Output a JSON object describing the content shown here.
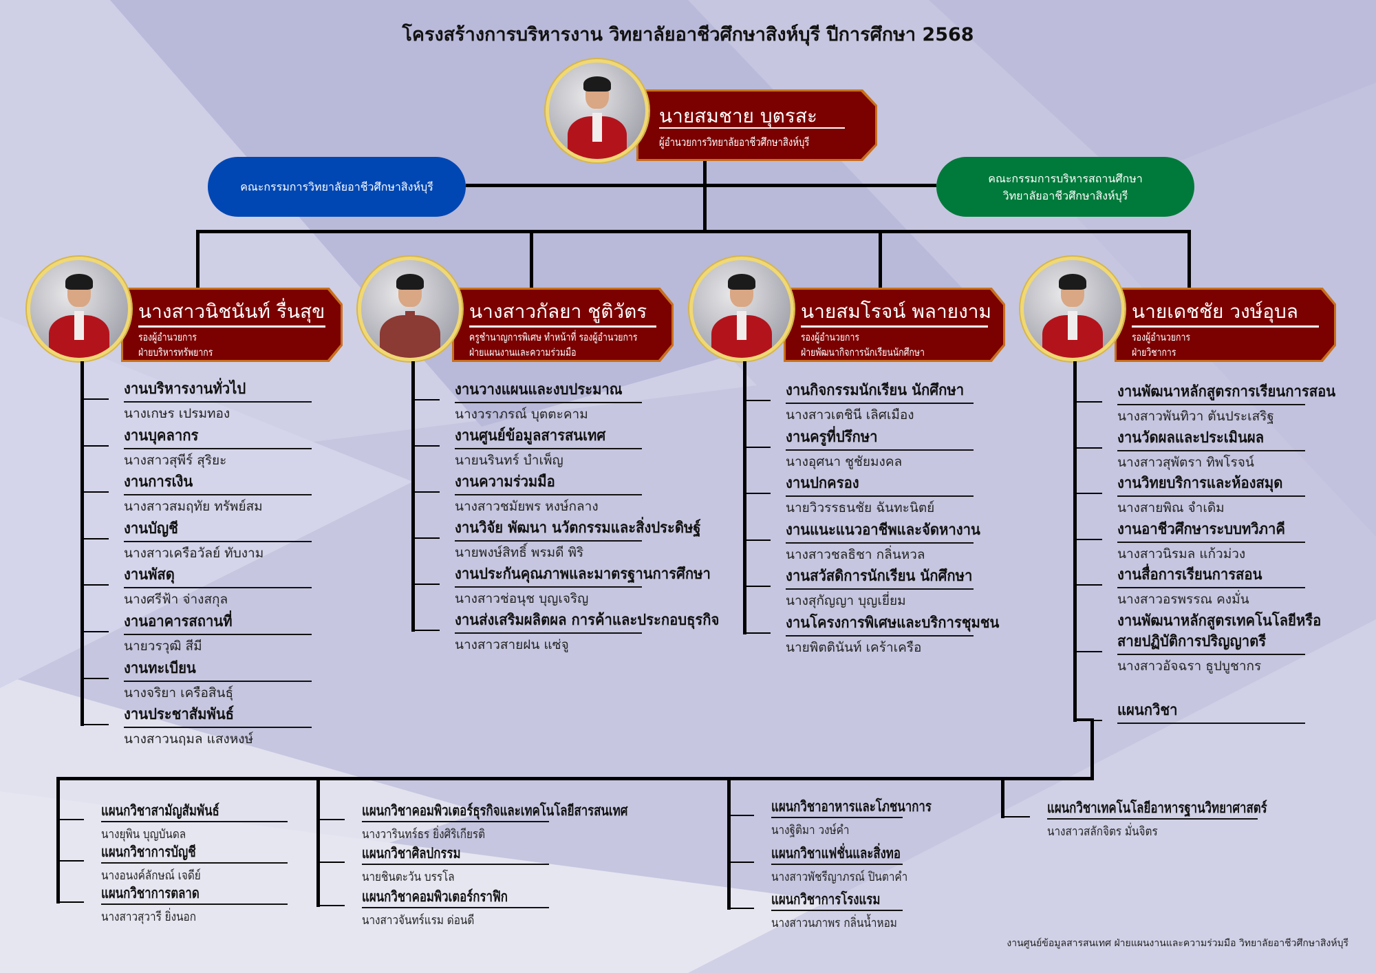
{
  "title": "โครงสร้างการบริหารงาน วิทยาลัยอาชีวศึกษาสิงห์บุรี ปีการศึกษา 2568",
  "director": {
    "name": "นายสมชาย บุตรสะ",
    "position": "ผู้อำนวยการวิทยาลัยอาชีวศึกษาสิงห์บุรี"
  },
  "committees": {
    "left": {
      "lines": [
        "คณะกรรมการวิทยาลัยอาชีวศึกษาสิงห์บุรี"
      ],
      "color": "#0047b3"
    },
    "right": {
      "lines": [
        "คณะกรรมการบริหารสถานศึกษา",
        "วิทยาลัยอาชีวศึกษาสิงห์บุรี"
      ],
      "color": "#007a3a"
    }
  },
  "deputies": [
    {
      "name": "นางสาวนิชนันท์ รื่นสุข",
      "role": "รองผู้อำนวยการ",
      "division": "ฝ่ายบริหารทรัพยากร",
      "units": [
        {
          "unit": "งานบริหารงานทั่วไป",
          "head": "นางเกษร เปรมทอง"
        },
        {
          "unit": "งานบุคลากร",
          "head": "นางสาวสุพีร์ สุริยะ"
        },
        {
          "unit": "งานการเงิน",
          "head": "นางสาวสมฤทัย ทรัพย์สม"
        },
        {
          "unit": "งานบัญชี",
          "head": "นางสาวเครือวัลย์ ทับงาม"
        },
        {
          "unit": "งานพัสดุ",
          "head": "นางศรีฟ้า จ่างสกุล"
        },
        {
          "unit": "งานอาคารสถานที่",
          "head": "นายวรวุฒิ สีมี"
        },
        {
          "unit": "งานทะเบียน",
          "head": "นางจริยา เครือสินธุ์"
        },
        {
          "unit": "งานประชาสัมพันธ์",
          "head": "นางสาวนฤมล แสงหงษ์"
        }
      ]
    },
    {
      "name": "นางสาวกัลยา ชูติวัตร",
      "role": "ครูชำนาญการพิเศษ ทำหน้าที่ รองผู้อำนวยการ",
      "division": "ฝ่ายแผนงานและความร่วมมือ",
      "units": [
        {
          "unit": "งานวางแผนและงบประมาณ",
          "head": "นางวราภรณ์ บุตตะคาม"
        },
        {
          "unit": "งานศูนย์ข้อมูลสารสนเทศ",
          "head": "นายนรินทร์ บำเพ็ญ"
        },
        {
          "unit": "งานความร่วมมือ",
          "head": "นางสาวชมัยพร หงษ์กลาง"
        },
        {
          "unit": "งานวิจัย พัฒนา นวัตกรรมและสิ่งประดิษฐ์",
          "head": "นายพงษ์สิทธิ์ พรมดี พิริ"
        },
        {
          "unit": "งานประกันคุณภาพและมาตรฐานการศึกษา",
          "head": "นางสาวช่อนุช บุญเจริญ"
        },
        {
          "unit": "งานส่งเสริมผลิตผล การค้าและประกอบธุรกิจ",
          "head": "นางสาวสายฝน แซ่จู"
        }
      ]
    },
    {
      "name": "นายสมโรจน์ พลายงาม",
      "role": "รองผู้อำนวยการ",
      "division": "ฝ่ายพัฒนากิจการนักเรียนนักศึกษา",
      "units": [
        {
          "unit": "งานกิจกรรมนักเรียน นักศึกษา",
          "head": "นางสาวเตชินี เลิศเมือง"
        },
        {
          "unit": "งานครูที่ปรึกษา",
          "head": "นางอุศนา ชูชัยมงคล"
        },
        {
          "unit": "งานปกครอง",
          "head": "นายวิวรรธนชัย ฉันทะนิตย์"
        },
        {
          "unit": "งานแนะแนวอาชีพและจัดหางาน",
          "head": "นางสาวชลธิชา กลิ่นหวล"
        },
        {
          "unit": "งานสวัสดิการนักเรียน นักศึกษา",
          "head": "นางสุกัญญา บุญเยี่ยม"
        },
        {
          "unit": "งานโครงการพิเศษและบริการชุมชน",
          "head": "นายพิตตินันท์ เคร้าเครือ"
        }
      ]
    },
    {
      "name": "นายเดชชัย วงษ์อุบล",
      "role": "รองผู้อำนวยการ",
      "division": "ฝ่ายวิชาการ",
      "units": [
        {
          "unit": "งานพัฒนาหลักสูตรการเรียนการสอน",
          "head": "นางสาวพันทิวา ตันประเสริฐ"
        },
        {
          "unit": "งานวัดผลและประเมินผล",
          "head": "นางสาวสุพัตรา ทิพโรจน์"
        },
        {
          "unit": "งานวิทยบริการและห้องสมุด",
          "head": "นางสายพิณ จำเดิม"
        },
        {
          "unit": "งานอาชีวศึกษาระบบทวิภาคี",
          "head": "นางสาวนิรมล แก้วม่วง"
        },
        {
          "unit": "งานสื่อการเรียนการสอน",
          "head": "นางสาวอรพรรณ คงมั่น"
        },
        {
          "unit": "งานพัฒนาหลักสูตรเทคโนโลยีหรือ\nสายปฏิบัติการปริญญาตรี",
          "head": "นางสาวอัจฉรา ธูปบูชากร"
        },
        {
          "unit": "แผนกวิชา",
          "head": ""
        }
      ]
    }
  ],
  "departments": [
    [
      {
        "unit": "แผนกวิชาสามัญสัมพันธ์",
        "head": "นางยุพิน บุญบันดล"
      },
      {
        "unit": "แผนกวิชาการบัญชี",
        "head": "นางอนงค์ลักษณ์ เจดีย์"
      },
      {
        "unit": "แผนกวิชาการตลาด",
        "head": "นางสาวสุวารี ยิ่งนอก"
      }
    ],
    [
      {
        "unit": "แผนกวิชาคอมพิวเตอร์ธุรกิจและเทคโนโลยีสารสนเทศ",
        "head": "นางวารินทร์ธร ยิ่งศิริเกียรติ"
      },
      {
        "unit": "แผนกวิชาศิลปกรรม",
        "head": "นายชินตะวัน บรรโล"
      },
      {
        "unit": "แผนกวิชาคอมพิวเตอร์กราฟิก",
        "head": "นางสาวจันทร์แรม ด่อนดี"
      }
    ],
    [
      {
        "unit": "แผนกวิชาอาหารและโภชนาการ",
        "head": "นางฐิติมา วงษ์คำ"
      },
      {
        "unit": "แผนกวิชาแฟชั่นและสิ่งทอ",
        "head": "นางสาวพัชรีญาภรณ์ ปินตาคำ"
      },
      {
        "unit": "แผนกวิชาการโรงแรม",
        "head": "นางสาวนภาพร กลิ่นน้ำหอม"
      }
    ],
    [
      {
        "unit": "แผนกวิชาเทคโนโลยีอาหารฐานวิทยาศาสตร์",
        "head": "นางสาวสลักจิตร มั่นจิตร"
      }
    ]
  ],
  "footer": "งานศูนย์ข้อมูลสารสนเทศ  ฝ่ายแผนงานและความร่วมมือ  วิทยาลัยอาชีวศึกษาสิงห์บุรี",
  "colors": {
    "banner": "#7b0000",
    "banner_border": "#c8701e",
    "photo_ring": "#f0d873"
  }
}
